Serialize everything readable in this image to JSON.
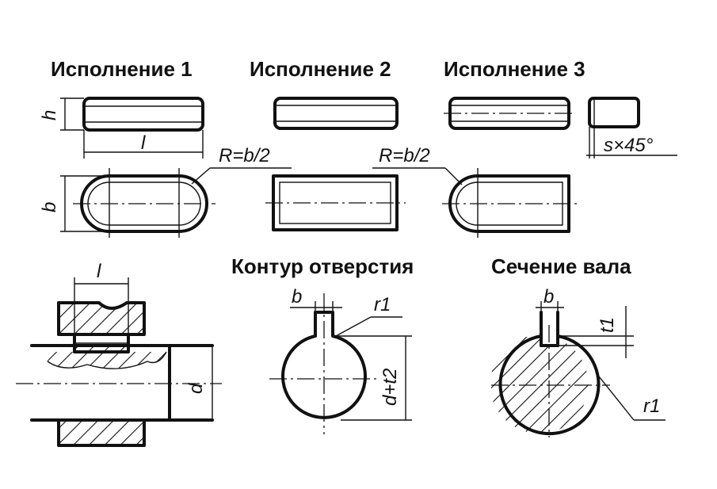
{
  "titles": {
    "version1": "Исполнение 1",
    "version2": "Исполнение 2",
    "version3": "Исполнение 3",
    "hole_contour": "Контур отверстия",
    "shaft_section": "Сечение вала"
  },
  "labels": {
    "h": "h",
    "l_top": "l",
    "b_side": "b",
    "radius1": "R=b/2",
    "radius2": "R=b/2",
    "chamfer": "s×45°",
    "l_hub": "l",
    "d_shaft": "d",
    "b_hole": "b",
    "r1_hole": "r1",
    "d_t2": "d+t2",
    "b_shaft": "b",
    "t1_shaft": "t1",
    "r1_shaft": "r1"
  }
}
